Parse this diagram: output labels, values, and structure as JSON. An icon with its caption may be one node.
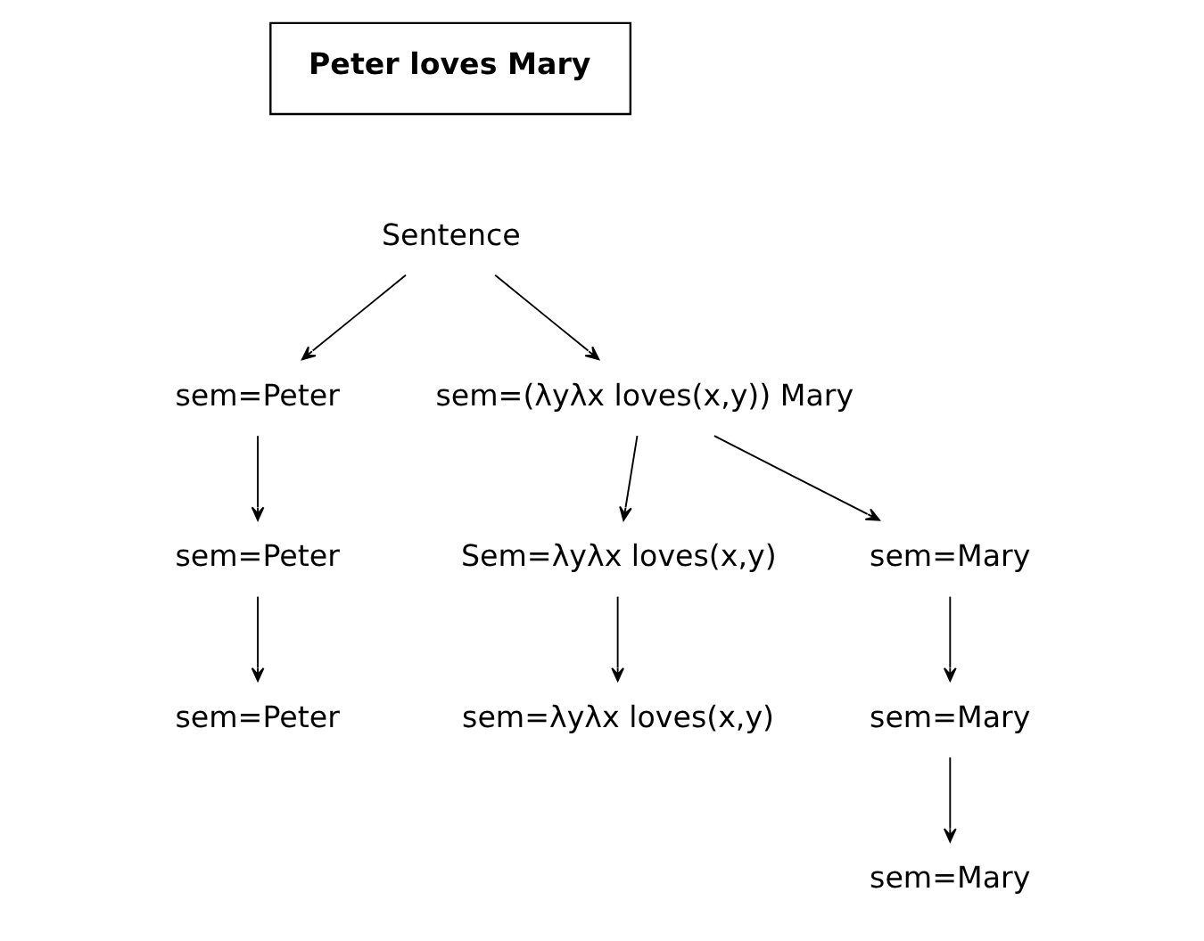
{
  "diagram": {
    "nodes": [
      {
        "text": [
          "Peter loves Mary"
        ]
      },
      {
        "text": [
          "Sentence"
        ]
      },
      {
        "text": [
          "sem=Peter"
        ]
      },
      {
        "text": [
          "sem=(λyλx loves(x,y)) Mary"
        ]
      },
      {
        "text": [
          "sem=Peter"
        ]
      },
      {
        "text": [
          "Sem=λyλx loves(x,y)"
        ]
      },
      {
        "text": [
          "sem=Mary"
        ]
      },
      {
        "text": [
          "sem=Peter"
        ]
      },
      {
        "text": [
          "sem=λyλx loves(x,y)"
        ]
      },
      {
        "text": [
          "sem=Mary"
        ]
      },
      {
        "text": [
          "sem=Mary"
        ]
      }
    ],
    "edges": [
      {
        "from": 1,
        "to": 2,
        "arrow": "to"
      },
      {
        "from": 1,
        "to": 3,
        "arrow": "to"
      },
      {
        "from": 2,
        "to": 4,
        "arrow": "to"
      },
      {
        "from": 3,
        "to": 5,
        "arrow": "to"
      },
      {
        "from": 3,
        "to": 6,
        "arrow": "to"
      },
      {
        "from": 4,
        "to": 7,
        "arrow": "to"
      },
      {
        "from": 5,
        "to": 8,
        "arrow": "to"
      },
      {
        "from": 6,
        "to": 9,
        "arrow": "to"
      },
      {
        "from": 9,
        "to": 10,
        "arrow": "to"
      }
    ]
  }
}
